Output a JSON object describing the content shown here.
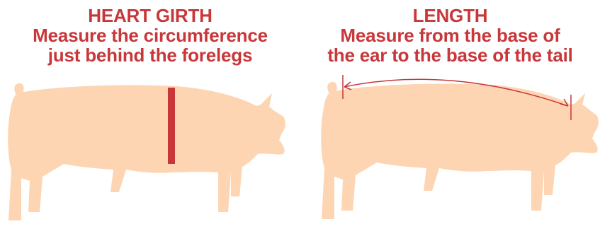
{
  "colors": {
    "caption": "#c8373a",
    "pig_fill": "#fdd5b3",
    "marker": "#c8373a",
    "arrow": "#c8373a"
  },
  "heart_girth": {
    "title": "HEART GIRTH",
    "line1": "Measure the circumference",
    "line2": "just behind the forelegs"
  },
  "length": {
    "title": "LENGTH",
    "line1": "Measure from the base of",
    "line2": "the ear to the base of the tail"
  }
}
